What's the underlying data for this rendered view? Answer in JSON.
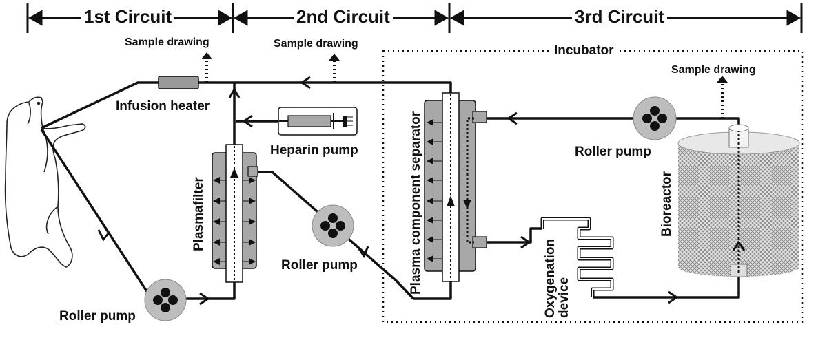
{
  "circuits": {
    "c1": "1st Circuit",
    "c2": "2nd Circuit",
    "c3": "3rd Circuit"
  },
  "labels": {
    "sample1": "Sample drawing",
    "sample2": "Sample drawing",
    "sample3": "Sample drawing",
    "incubator": "Incubator",
    "infusion_heater": "Infusion heater",
    "heparin_pump": "Heparin pump",
    "plasmafilter": "Plasmafilter",
    "plasma_separator": "Plasma component separator",
    "roller_pump_1": "Roller pump",
    "roller_pump_2": "Roller pump",
    "roller_pump_3": "Roller pump",
    "oxygenation_device": "Oxygenation device",
    "bioreactor": "Bioreactor"
  },
  "colors": {
    "line": "#111111",
    "component_fill": "#a8a8a8",
    "pump_fill": "#bdbdbd",
    "heater_fill": "#9a9a9a"
  }
}
